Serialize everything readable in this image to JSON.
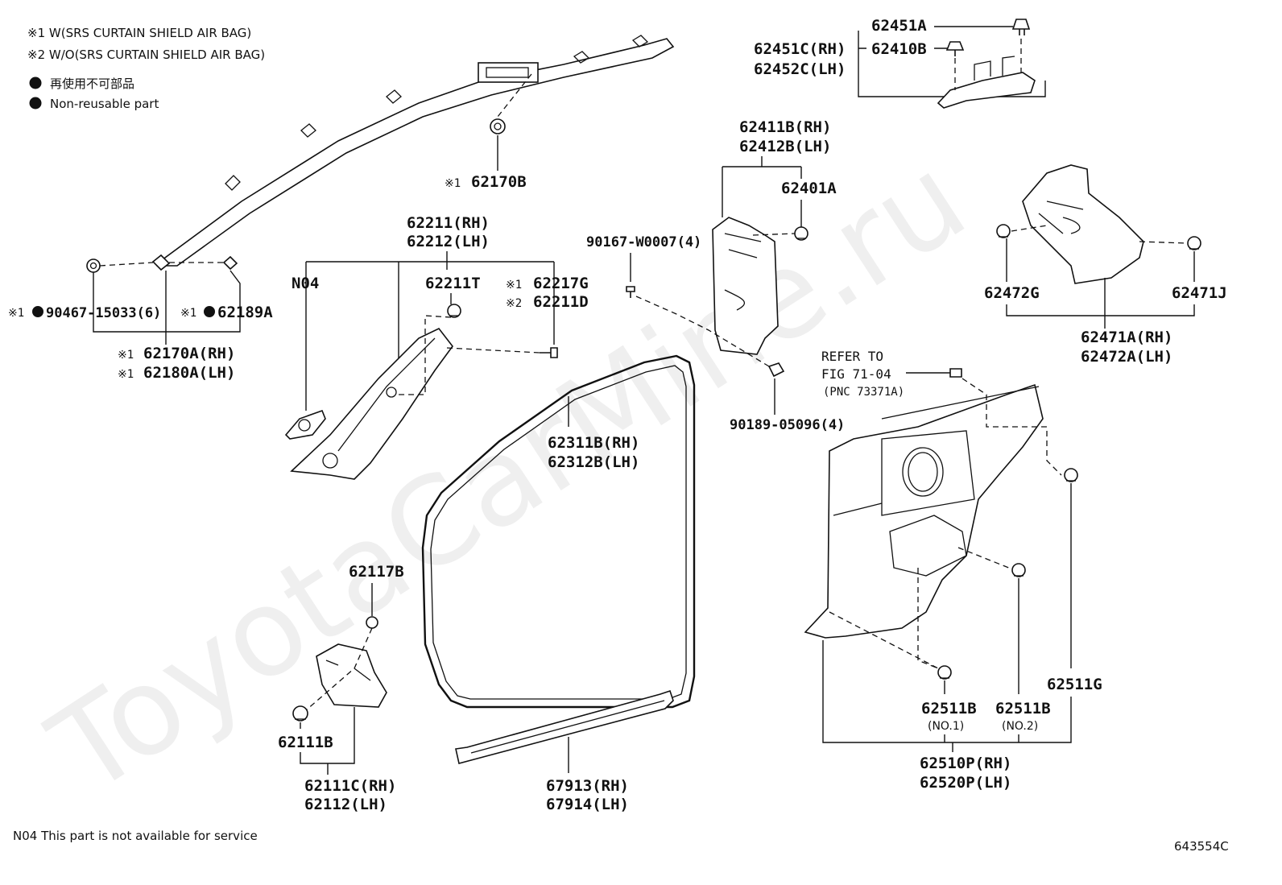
{
  "notes": {
    "mark1": "※1 W(SRS CURTAIN SHIELD AIR BAG)",
    "mark2": "※2 W/O(SRS CURTAIN SHIELD AIR BAG)",
    "nonreusable_jp": "再使用不可部品",
    "nonreusable_en": "Non-reusable part"
  },
  "footer": {
    "n04_note": "N04  This part is not available for service",
    "figure_id": "643554C"
  },
  "watermark": "ToyotaCarMine.ru",
  "labels": {
    "p62451A": "62451A",
    "p62410B": "62410B",
    "p62451C_rh": "62451C(RH)",
    "p62452C_lh": "62452C(LH)",
    "p62170B_mark": "※1",
    "p62170B": "62170B",
    "p62411B_rh": "62411B(RH)",
    "p62412B_lh": "62412B(LH)",
    "p62401A": "62401A",
    "p90167": "90167-W0007(4)",
    "p62211_rh": "62211(RH)",
    "p62212_lh": "62212(LH)",
    "n04": "N04",
    "p62211T": "62211T",
    "p62217G_mark": "※1",
    "p62217G": "62217G",
    "p62211D_mark": "※2",
    "p62211D": "62211D",
    "p90467_mark": "※1",
    "p90467": "90467-15033(6)",
    "p62189A_mark": "※1",
    "p62189A": "62189A",
    "p62170A_mark": "※1",
    "p62170A_rh": "62170A(RH)",
    "p62180A_mark": "※1",
    "p62180A_lh": "62180A(LH)",
    "p62472G": "62472G",
    "p62471J": "62471J",
    "p62471A_rh": "62471A(RH)",
    "p62472A_lh": "62472A(LH)",
    "refer_to": "REFER TO",
    "refer_fig": "FIG 71-04",
    "refer_pnc": "(PNC 73371A)",
    "p90189": "90189-05096(4)",
    "p62311B_rh": "62311B(RH)",
    "p62312B_lh": "62312B(LH)",
    "p62117B": "62117B",
    "p62111B": "62111B",
    "p62111C_rh": "62111C(RH)",
    "p62112_lh": "62112(LH)",
    "p67913_rh": "67913(RH)",
    "p67914_lh": "67914(LH)",
    "p62511G": "62511G",
    "p62511B_1": "62511B",
    "no1": "(NO.1)",
    "p62511B_2": "62511B",
    "no2": "(NO.2)",
    "p62510P_rh": "62510P(RH)",
    "p62520P_lh": "62520P(LH)"
  },
  "colors": {
    "ink": "#111111",
    "background": "#ffffff"
  }
}
